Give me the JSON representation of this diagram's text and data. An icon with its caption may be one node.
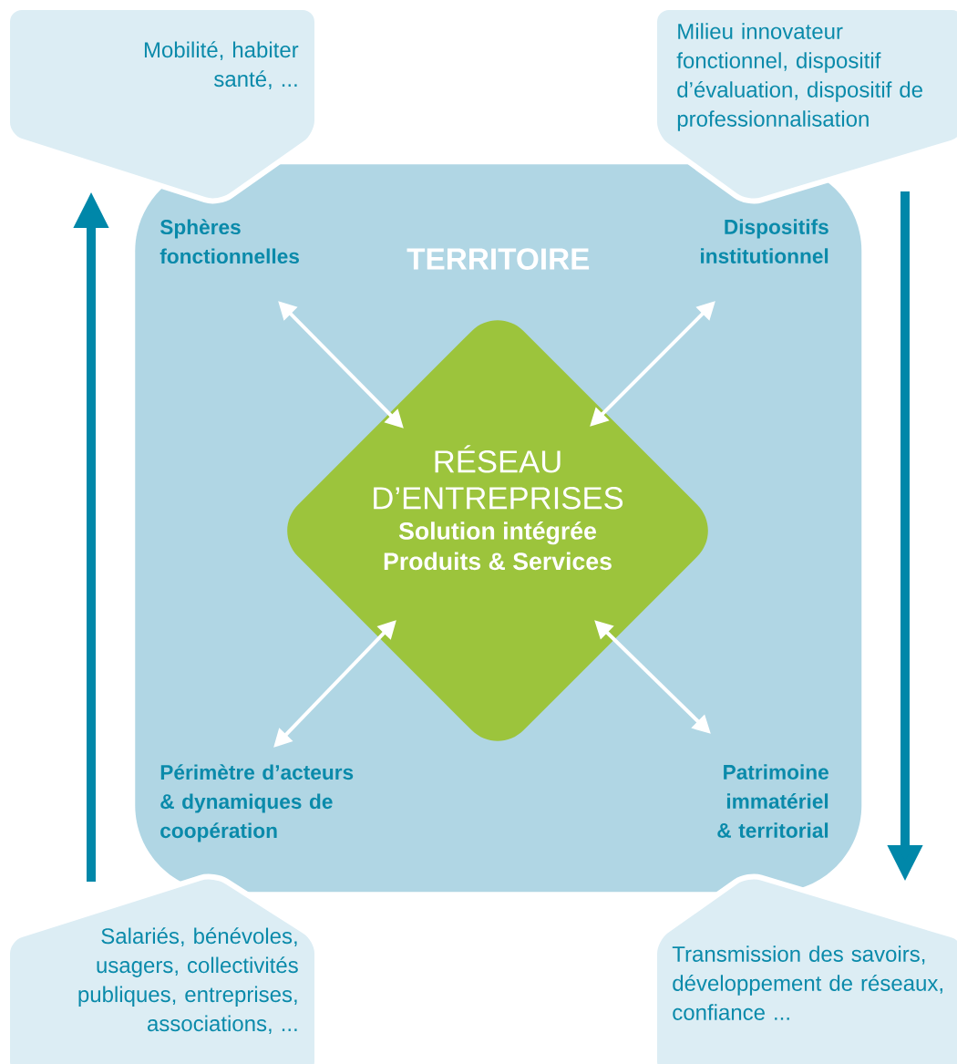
{
  "diagram": {
    "nodes": [
      {
        "text": [
          "TERRITOIRE"
        ]
      },
      {
        "text": [
          "Sphères fonctionnelles"
        ],
        "in": 0
      },
      {
        "text": [
          "Dispositifs institutionnel"
        ],
        "in": 0
      },
      {
        "text": [
          "RÉSEAU D’ENTREPRISES",
          "Solution intégrée Produits & Services"
        ],
        "in": 0
      },
      {
        "text": [
          "Périmètre d’acteurs & dynamiques de coopération"
        ],
        "in": 0
      },
      {
        "text": [
          "Patrimoine immatériel & territorial"
        ],
        "in": 0
      },
      {
        "text": [
          "Mobilité, habiter santé, ..."
        ]
      },
      {
        "text": [
          "Milieu innovateur fonctionnel, dispositif d’évaluation, dispositif de professionnalisation"
        ]
      },
      {
        "text": [
          "Salariés, bénévoles, usagers, collectivités publiques, entreprises, associations, ..."
        ]
      },
      {
        "text": [
          "Transmission des savoirs, développement de réseaux, confiance ..."
        ]
      }
    ],
    "edges": [
      {
        "from": 1,
        "to": 3,
        "arrow": "both"
      },
      {
        "from": 2,
        "to": 3,
        "arrow": "both"
      },
      {
        "from": 4,
        "to": 3,
        "arrow": "both"
      },
      {
        "from": 5,
        "to": 3,
        "arrow": "both"
      },
      {
        "from": 8,
        "to": 6,
        "arrow": "to",
        "style": "thick",
        "color": "#0087a9"
      },
      {
        "from": 7,
        "to": 9,
        "arrow": "to",
        "style": "thick",
        "color": "#0087a9"
      }
    ]
  }
}
